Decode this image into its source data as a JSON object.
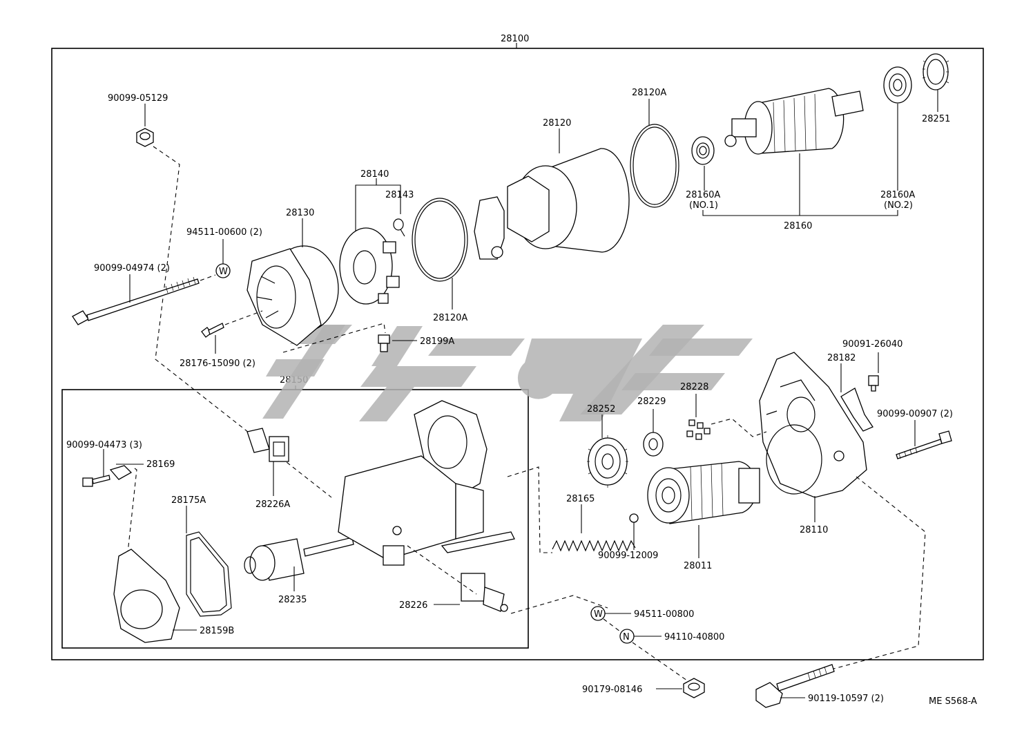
{
  "labels": {
    "assembly": "28100",
    "l_90099_05129": "90099-05129",
    "l_90099_04974": "90099-04974 (2)",
    "l_94511_00600": "94511-00600 (2)",
    "l_28130": "28130",
    "l_28140": "28140",
    "l_28143": "28143",
    "l_28120": "28120",
    "l_28120A_top": "28120A",
    "l_28120A_bottom": "28120A",
    "l_28251": "28251",
    "l_28160A_no1": "28160A",
    "l_no1": "(NO.1)",
    "l_28160A_no2": "28160A",
    "l_no2": "(NO.2)",
    "l_28160": "28160",
    "l_28176": "28176-15090 (2)",
    "l_28199A": "28199A",
    "l_28150": "28150",
    "l_90091_26040": "90091-26040",
    "l_28182": "28182",
    "l_28228": "28228",
    "l_28229": "28229",
    "l_28252": "28252",
    "l_90099_00907": "90099-00907 (2)",
    "l_90099_04473": "90099-04473 (3)",
    "l_28169": "28169",
    "l_28226A": "28226A",
    "l_28175A": "28175A",
    "l_28165": "28165",
    "l_28110": "28110",
    "l_90099_12009": "90099-12009",
    "l_28011": "28011",
    "l_28235": "28235",
    "l_28226": "28226",
    "l_28159B": "28159B",
    "l_94511_00800": "94511-00800",
    "l_94110_40800": "94110-40800",
    "l_90179_08146": "90179-08146",
    "l_90119_10597": "90119-10597 (2)",
    "ref_code": "ME S568-A"
  },
  "markers": {
    "washer": "W",
    "nut": "N"
  },
  "icons": [
    "watermark-logo",
    "bolt",
    "nut",
    "washer",
    "bearing",
    "gear",
    "spring",
    "o-ring"
  ]
}
